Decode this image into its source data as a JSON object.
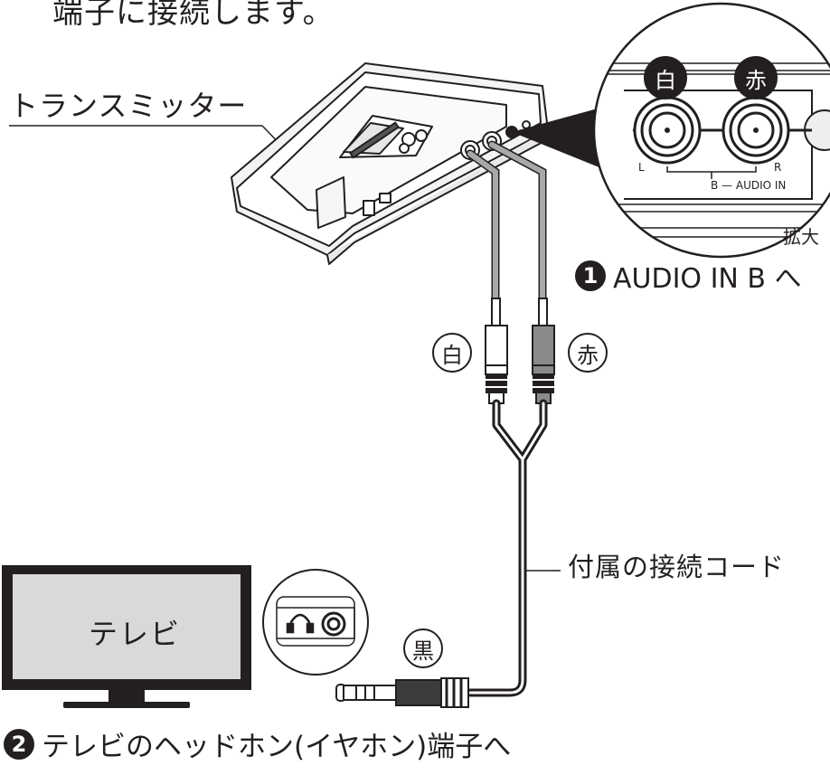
{
  "top_text": "端子に接続します。",
  "transmitter_label": "トランスミッター",
  "zoom_label": "拡大",
  "zoom_view": {
    "white_tag": "白",
    "red_tag": "赤",
    "left_jack_label": "L",
    "right_jack_label": "R",
    "input_label": "B — AUDIO IN"
  },
  "step1": {
    "number": "1",
    "text": "AUDIO IN B へ"
  },
  "plug_tags": {
    "white": "白",
    "red": "赤",
    "black": "黒"
  },
  "cable_label": "付属の接続コード",
  "tv_label": "テレビ",
  "step2": {
    "number": "2",
    "text": "テレビのヘッドホン(イヤホン)端子へ"
  },
  "colors": {
    "ink": "#231f20",
    "cable_gray": "#9a9a9a",
    "tv_screen": "#d9d9d9",
    "plug_dark": "#3c3c3c"
  },
  "icons": [
    "headphone-icon",
    "headphone-jack-icon"
  ]
}
